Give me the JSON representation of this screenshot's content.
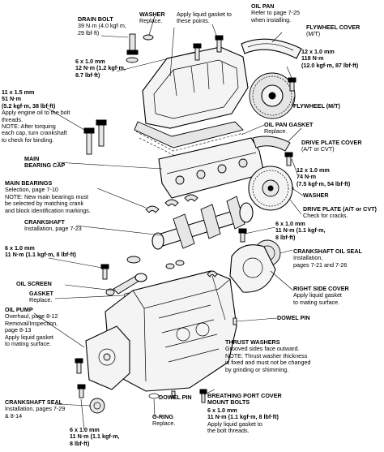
{
  "labels": {
    "drain_bolt": {
      "title": "DRAIN BOLT",
      "lines": [
        "39 N·m (4.0 kgf·m,",
        "29 lbf·ft)"
      ]
    },
    "washer_top": {
      "title": "WASHER",
      "lines": [
        "Replace."
      ]
    },
    "gasket_note": {
      "title": "",
      "lines": [
        "Apply liquid gasket to",
        "these points."
      ]
    },
    "oil_pan": {
      "title": "OIL PAN",
      "lines": [
        "Refer to page 7-25",
        "when installing."
      ]
    },
    "flywheel_cover": {
      "title": "FLYWHEEL COVER",
      "lines": [
        "(M/T)"
      ]
    },
    "oil_pan_bolt": {
      "title": "",
      "lines": [
        "6 x 1.0 mm",
        "12 N·m (1.2 kgf·m,",
        "8.7 lbf·ft)"
      ]
    },
    "flywheel_bolt": {
      "title": "",
      "lines": [
        "12 x 1.0 mm",
        "118 N·m",
        "(12.0 kgf·m, 87 lbf·ft)"
      ]
    },
    "main_cap_bolt": {
      "title": "",
      "lines": [
        "11 x 1.5 mm",
        "51 N·m",
        "(5.2 kgf·m, 38 lbf·ft)",
        "Apply engine oil to the bolt",
        "threads.",
        "NOTE:  After torquing",
        "each cap, turn crankshaft",
        "to check for binding."
      ]
    },
    "flywheel": {
      "title": "FLYWHEEL (M/T)",
      "lines": []
    },
    "oil_pan_gasket": {
      "title": "OIL PAN GASKET",
      "lines": [
        "Replace."
      ]
    },
    "drive_plate_cover": {
      "title": "DRIVE PLATE COVER",
      "lines": [
        "(A/T or CVT)"
      ]
    },
    "main_bearing_cap": {
      "title": "MAIN",
      "lines": [
        "BEARING CAP"
      ]
    },
    "drive_plate_bolt": {
      "title": "",
      "lines": [
        "12 x 1.0 mm",
        "74 N·m",
        "(7.5 kgf·m, 54 lbf·ft)"
      ]
    },
    "main_bearings": {
      "title": "MAIN BEARINGS",
      "lines": [
        "Selection, page 7-10",
        "NOTE:  New main bearings must",
        "be selected by matching crank",
        "and block identification markings."
      ]
    },
    "washer_mid": {
      "title": "WASHER",
      "lines": []
    },
    "drive_plate": {
      "title": "DRIVE PLATE (A/T or CVT)",
      "lines": [
        "Check for cracks."
      ]
    },
    "crankshaft": {
      "title": "CRANKSHAFT",
      "lines": [
        "Installation, page 7-23"
      ]
    },
    "seal_bolt": {
      "title": "",
      "lines": [
        "6 x 1.0 mm",
        "11 N·m (1.1 kgf·m,",
        "8 lbf·ft)"
      ]
    },
    "left_bolt": {
      "title": "",
      "lines": [
        "6 x 1.0 mm",
        "11 N·m (1.1 kgf·m, 8 lbf·ft)"
      ]
    },
    "crank_oil_seal": {
      "title": "CRANKSHAFT OIL SEAL",
      "lines": [
        "Installation,",
        "pages 7-21 and 7-26"
      ]
    },
    "oil_screen": {
      "title": "OIL SCREEN",
      "lines": []
    },
    "right_side_cover": {
      "title": "RIGHT SIDE COVER",
      "lines": [
        "Apply liquid gasket",
        "to mating surface."
      ]
    },
    "gasket": {
      "title": "GASKET",
      "lines": [
        "Replace."
      ]
    },
    "dowel_pin_right": {
      "title": "DOWEL PIN",
      "lines": []
    },
    "oil_pump": {
      "title": "OIL PUMP",
      "lines": [
        "Overhaul, page 8-12",
        "Removal/Inspection,",
        "page 8-13",
        "Apply liquid gasket",
        "to mating surface."
      ]
    },
    "thrust_washers": {
      "title": "THRUST WASHERS",
      "lines": [
        "Grooved sides face outward.",
        "NOTE:  Thrust washer thickness",
        "is fixed and must not be changed",
        "by grinding or shimming."
      ]
    },
    "crank_seal": {
      "title": "CRANKSHAFT SEAL",
      "lines": [
        "Installation, pages 7-29",
        "& 8-14"
      ]
    },
    "dowel_pin_bottom": {
      "title": "DOWEL PIN",
      "lines": []
    },
    "breathing_port": {
      "title": "BREATHING PORT COVER",
      "lines": [
        "MOUNT BOLTS"
      ]
    },
    "breathing_bolt": {
      "title": "",
      "lines": [
        "6 x 1.0 mm",
        "11 N·m (1.1 kgf·m, 8 lbf·ft)",
        "Apply liquid gasket to",
        "the bolt threads."
      ]
    },
    "o_ring": {
      "title": "O-RING",
      "lines": [
        "Replace."
      ]
    },
    "pump_bolt": {
      "title": "",
      "lines": [
        "6 x 1.0 mm",
        "11 N·m (1.1 kgf·m,",
        "8 lbf·ft)"
      ]
    }
  }
}
